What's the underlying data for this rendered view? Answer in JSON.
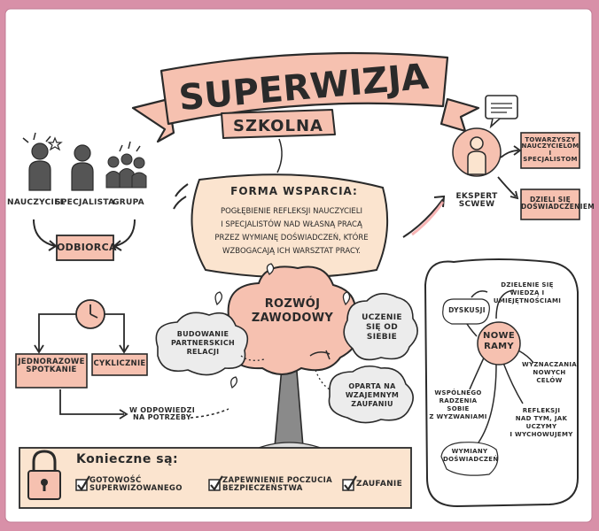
{
  "title": {
    "main": "SUPERWIZJA",
    "sub": "SZKOLNA"
  },
  "roles": {
    "teacher": "Nauczyciel",
    "specialist": "Specjalista",
    "group": "Grupa"
  },
  "recipient": "ODBIORCA",
  "support_form": {
    "heading": "FORMA WSPARCIA:",
    "lines": [
      "POGŁĘBIENIE REFLEKSJI NAUCZYCIELI",
      "I SPECJALISTÓW NAD WŁASNĄ PRACĄ",
      "PRZEZ WYMIANĘ DOŚWIADCZEŃ, KTÓRE",
      "WZBOGACAJĄ ICH WARSZTAT PRACY."
    ]
  },
  "expert": {
    "label": [
      "EKSPERT",
      "SCWEW"
    ]
  },
  "expert_roles": {
    "partners": [
      "TOWARZYSZY",
      "NAUCZYCIELOM",
      "I SPECJALISTOM"
    ],
    "shares": [
      "DZIELI SIĘ",
      "DOŚWIADCZENIEM"
    ]
  },
  "timing": {
    "one_time": [
      "JEDNORAZOWE",
      "SPOTKANIE"
    ],
    "cyclic": "CYKLICZNIE",
    "on_demand": [
      "W ODPOWIEDZI",
      "NA POTRZEBY"
    ]
  },
  "tree": {
    "title": [
      "ROZWÓJ",
      "ZAWODOWY"
    ],
    "clouds": {
      "partner": [
        "BUDOWANIE",
        "PARTNERSKICH",
        "RELACJI"
      ],
      "learning": [
        "UCZENIE",
        "SIĘ OD",
        "SIEBIE"
      ],
      "trust": [
        "OPARTA NA",
        "WZAJEMNYM",
        "ZAUFANIU"
      ]
    }
  },
  "framework": {
    "center": [
      "NOWE",
      "RAMY"
    ],
    "items": {
      "sharing_skills": [
        "DZIELENIE SIĘ",
        "WIEDZĄ I",
        "UMIEJĘTNOŚCIAMI"
      ],
      "discussion": [
        "DYSKUSJI"
      ],
      "challenges": [
        "WYZNACZANIA",
        "NOWYCH",
        "CELÓW"
      ],
      "coping": [
        "WSPÓLNEGO",
        "RADZENIA",
        "SOBIE",
        "Z WYZWANIAMI"
      ],
      "reflection": [
        "REFLEKSJI",
        "NAD TYM, JAK",
        "UCZYMY",
        "I WYCHOWUJEMY"
      ],
      "experience": [
        "WYMIANY",
        "DOŚWIADCZEŃ"
      ]
    }
  },
  "requirements": {
    "heading": "Konieczne są:",
    "items": [
      [
        "GOTOWOŚĆ",
        "SUPERWIZOWANEGO"
      ],
      [
        "ZAPEWNIENIE POCZUCIA",
        "BEZPIECZEŃSTWA"
      ],
      [
        "ZAUFANIE"
      ]
    ]
  },
  "colors": {
    "frame": "#d890a8",
    "accent": "#f6c1b0",
    "cloud": "#ececec",
    "box": "#fbe4cf",
    "ink": "#2a2a2a"
  }
}
